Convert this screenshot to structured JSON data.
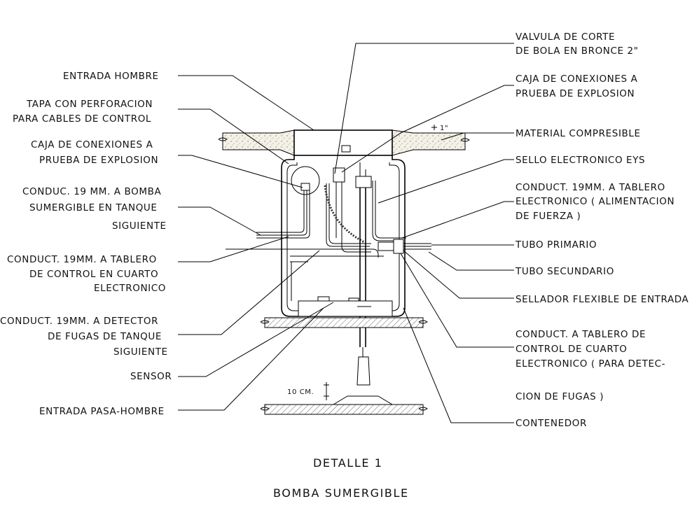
{
  "labels_left": {
    "entrada_hombre": "ENTRADA HOMBRE",
    "tapa_1": "TAPA CON PERFORACION",
    "tapa_2": "PARA CABLES DE CONTROL",
    "caja_1": "CAJA DE CONEXIONES A",
    "caja_2": "PRUEBA DE EXPLOSION",
    "cond_bomba_1": "CONDUC. 19 MM. A BOMBA",
    "cond_bomba_2": "SUMERGIBLE EN TANQUE",
    "cond_bomba_3": "SIGUIENTE",
    "cond_control_1": "CONDUCT. 19MM. A TABLERO",
    "cond_control_2": "DE CONTROL EN CUARTO",
    "cond_control_3": "ELECTRONICO",
    "cond_fugas_1": "CONDUCT. 19MM. A DETECTOR",
    "cond_fugas_2": "DE FUGAS DE TANQUE",
    "cond_fugas_3": "SIGUIENTE",
    "sensor": "SENSOR",
    "pasa_hombre": "ENTRADA PASA-HOMBRE"
  },
  "labels_right": {
    "valvula_1": "VALVULA DE CORTE",
    "valvula_2": "DE BOLA EN BRONCE  2\"",
    "caja_1": "CAJA DE CONEXIONES A",
    "caja_2": "PRUEBA DE EXPLOSION",
    "material": "MATERIAL COMPRESIBLE",
    "sello": "SELLO ELECTRONICO  EYS",
    "cond_fuerza_1": "CONDUCT. 19MM. A TABLERO",
    "cond_fuerza_2": "ELECTRONICO ( ALIMENTACION",
    "cond_fuerza_3": "DE FUERZA )",
    "tubo_primario": "TUBO PRIMARIO",
    "tubo_secundario": "TUBO SECUNDARIO",
    "sellador": "SELLADOR FLEXIBLE DE ENTRADA",
    "cond_cuarto_1": "CONDUCT. A TABLERO DE",
    "cond_cuarto_2": "CONTROL DE CUARTO",
    "cond_cuarto_3": "ELECTRONICO ( PARA DETEC-",
    "cond_cuarto_4": "CION DE FUGAS )",
    "contenedor": "CONTENEDOR"
  },
  "dimensions": {
    "ten_cm": "10 CM.",
    "one_inch": "1\""
  },
  "title": {
    "line1": "DETALLE 1",
    "line2": "BOMBA SUMERGIBLE"
  }
}
